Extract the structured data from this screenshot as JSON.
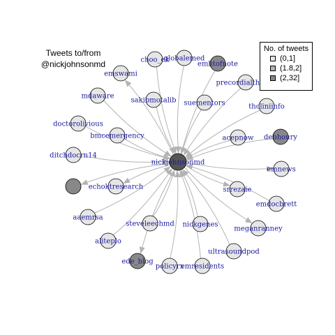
{
  "title": {
    "line1": "Tweets to/from",
    "line2": "@nickjohnsonmd"
  },
  "legend": {
    "title": "No. of tweets",
    "items": [
      {
        "label": "(0,1]",
        "color": "#e6e6e6"
      },
      {
        "label": "(1.8,2]",
        "color": "#b3b3b3"
      },
      {
        "label": "(2,32]",
        "color": "#888888"
      }
    ]
  },
  "colors": {
    "edge": "#b3b3b3",
    "node_stroke": "#000000",
    "label": "#1a1a9e",
    "hub": "#555555"
  },
  "network": {
    "hub": "nickjohnsonmd",
    "nodes": [
      {
        "id": "nickjohnsonmd",
        "tweets_bin": "hub"
      },
      {
        "id": "choo_ek",
        "tweets_bin": "(0,1]"
      },
      {
        "id": "globalemed",
        "tweets_bin": "(0,1]"
      },
      {
        "id": "emlitofnote",
        "tweets_bin": "(2,32]"
      },
      {
        "id": "emswami",
        "tweets_bin": "(0,1]"
      },
      {
        "id": "mdaware",
        "tweets_bin": "(0,1]"
      },
      {
        "id": "sakibmotalib",
        "tweets_bin": "(0,1]"
      },
      {
        "id": "suementors",
        "tweets_bin": "(0,1]"
      },
      {
        "id": "precordialthump",
        "tweets_bin": "(0,1]"
      },
      {
        "id": "thcliniinfo",
        "tweets_bin": "(0,1]"
      },
      {
        "id": "doctorolivious",
        "tweets_bin": "(0,1]"
      },
      {
        "id": "bmcemergency",
        "tweets_bin": "(0,1]"
      },
      {
        "id": "acepnow",
        "tweets_bin": "(0,1]"
      },
      {
        "id": "debhoury",
        "tweets_bin": "(2,32]"
      },
      {
        "id": "ditchdocrn14",
        "tweets_bin": "(0,1]"
      },
      {
        "id": "emnews",
        "tweets_bin": "(0,1]"
      },
      {
        "id": "(unlabeled)",
        "tweets_bin": "(2,32]"
      },
      {
        "id": "echoktresearch",
        "tweets_bin": "(0,1]"
      },
      {
        "id": "srrezaie",
        "tweets_bin": "(0,1]"
      },
      {
        "id": "emdocbrett",
        "tweets_bin": "(0,1]"
      },
      {
        "id": "aaemrsa",
        "tweets_bin": "(0,1]"
      },
      {
        "id": "steveleechmd",
        "tweets_bin": "(0,1]"
      },
      {
        "id": "nickgenes",
        "tweets_bin": "(0,1]"
      },
      {
        "id": "meganranney",
        "tweets_bin": "(0,1]"
      },
      {
        "id": "aliteplo",
        "tweets_bin": "(0,1]"
      },
      {
        "id": "ultrasoundpod",
        "tweets_bin": "(0,1]"
      },
      {
        "id": "ede_blog",
        "tweets_bin": "(2,32]"
      },
      {
        "id": "policyrx",
        "tweets_bin": "(0,1]"
      },
      {
        "id": "emresidents",
        "tweets_bin": "(0,1]"
      }
    ],
    "edges": [
      {
        "from": "nickjohnsonmd",
        "to": "emswami"
      },
      {
        "from": "nickjohnsonmd",
        "to": "emnews"
      },
      {
        "from": "nickjohnsonmd",
        "to": "(unlabeled)"
      },
      {
        "from": "nickjohnsonmd",
        "to": "echoktresearch"
      },
      {
        "from": "nickjohnsonmd",
        "to": "srrezaie"
      },
      {
        "from": "nickjohnsonmd",
        "to": "meganranney"
      },
      {
        "from": "nickjohnsonmd",
        "to": "ede_blog"
      },
      {
        "from": "choo_ek",
        "to": "nickjohnsonmd"
      },
      {
        "from": "globalemed",
        "to": "nickjohnsonmd"
      },
      {
        "from": "emlitofnote",
        "to": "nickjohnsonmd"
      },
      {
        "from": "mdaware",
        "to": "nickjohnsonmd"
      },
      {
        "from": "sakibmotalib",
        "to": "nickjohnsonmd"
      },
      {
        "from": "suementors",
        "to": "nickjohnsonmd"
      },
      {
        "from": "precordialthump",
        "to": "nickjohnsonmd"
      },
      {
        "from": "thcliniinfo",
        "to": "nickjohnsonmd"
      },
      {
        "from": "doctorolivious",
        "to": "nickjohnsonmd"
      },
      {
        "from": "bmcemergency",
        "to": "nickjohnsonmd"
      },
      {
        "from": "acepnow",
        "to": "nickjohnsonmd"
      },
      {
        "from": "debhoury",
        "to": "nickjohnsonmd"
      },
      {
        "from": "ditchdocrn14",
        "to": "nickjohnsonmd"
      },
      {
        "from": "emdocbrett",
        "to": "nickjohnsonmd"
      },
      {
        "from": "aaemrsa",
        "to": "nickjohnsonmd"
      },
      {
        "from": "steveleechmd",
        "to": "nickjohnsonmd"
      },
      {
        "from": "nickgenes",
        "to": "nickjohnsonmd"
      },
      {
        "from": "aliteplo",
        "to": "nickjohnsonmd"
      },
      {
        "from": "ultrasoundpod",
        "to": "nickjohnsonmd"
      },
      {
        "from": "policyrx",
        "to": "nickjohnsonmd"
      },
      {
        "from": "emresidents",
        "to": "nickjohnsonmd"
      }
    ]
  }
}
